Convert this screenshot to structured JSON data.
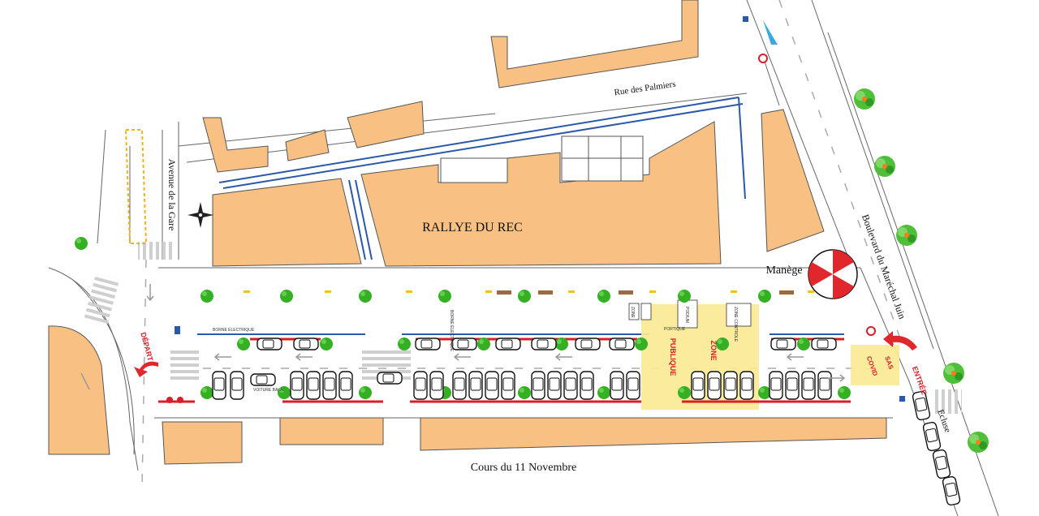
{
  "map": {
    "title": "RALLYE DU REC",
    "streets": {
      "top": "Rue des Palmiers",
      "left": "Avenue de la Gare",
      "right": "Boulevard du Maréchal Juin",
      "bottom": "Cours du 11 Novembre"
    },
    "landmarks": {
      "carousel": "Manège"
    },
    "markers": {
      "start": "DÉPART",
      "entry": "ENTRÉE",
      "lock": "Ecluse",
      "sas": "SAS",
      "covid": "COVID",
      "zone": "ZONE",
      "public": "PUBLIQUE",
      "power_left": "BORNE ÉLECTRIQUE",
      "power_mid": "BORNE ÉLECTRIQUE",
      "vehicle": "VOITURE BALAI",
      "podium": "PODIUM",
      "zone_control": "ZONE CONTROLE",
      "zone_small": "ZONE",
      "start_arch": "PORTIQUE"
    },
    "colors": {
      "building": "#f8c183",
      "public_zone": "#fbe994",
      "tree": "#35b024",
      "barrier": "#d81f26",
      "fence": "#2b58a8"
    }
  }
}
